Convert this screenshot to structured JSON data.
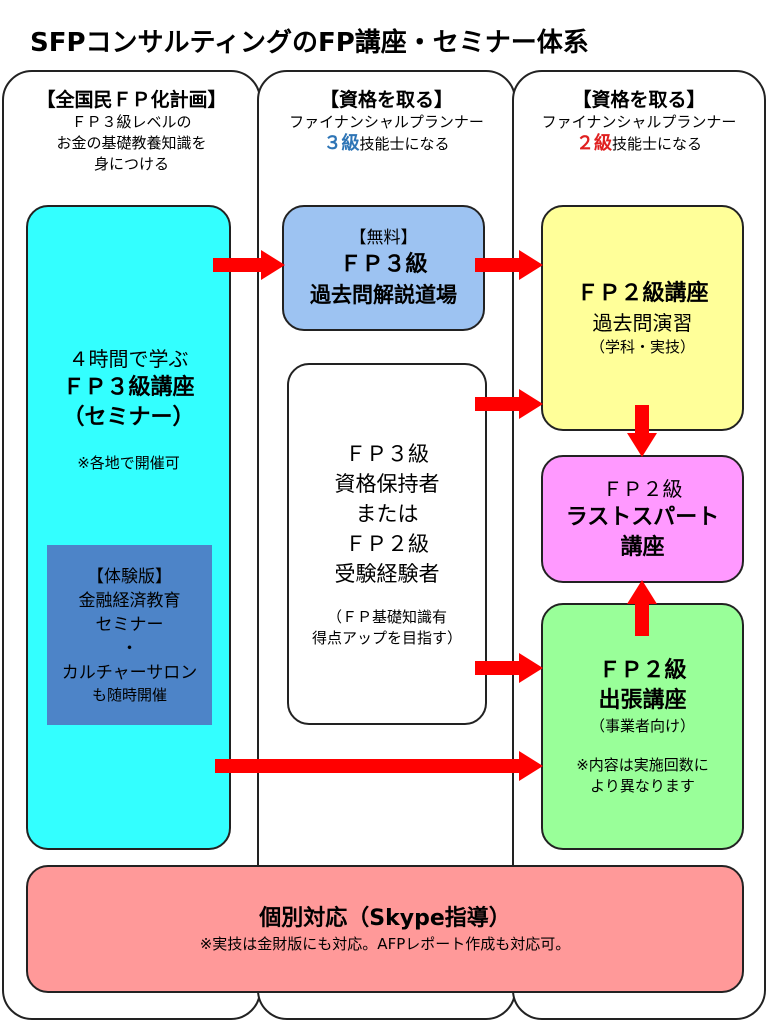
{
  "title": "SFPコンサルティングのFP講座・セミナー体系",
  "columns": [
    {
      "header": "【全国民ＦＰ化計画】",
      "desc_lines": [
        "ＦＰ３級レベルの",
        "お金の基礎教養知識を",
        "身につける"
      ]
    },
    {
      "header": "【資格を取る】",
      "desc": "ファイナンシャルプランナー",
      "level": "３級",
      "level_suffix": "技能士になる"
    },
    {
      "header": "【資格を取る】",
      "desc": "ファイナンシャルプランナー",
      "level": "２級",
      "level_suffix": "技能士になる"
    }
  ],
  "seminar_box": {
    "line1": "４時間で学ぶ",
    "line2": "ＦＰ３級講座",
    "line3": "（セミナー）",
    "note": "※各地で開催可"
  },
  "trial_box": {
    "line1": "【体験版】",
    "line2": "金融経済教育",
    "line3": "セミナー",
    "line4": "・",
    "line5": "カルチャーサロン",
    "line6": "も随時開催"
  },
  "free_box": {
    "line1": "【無料】",
    "line2": "ＦＰ３級",
    "line3": "過去問解説道場"
  },
  "holder_box": {
    "line1": "ＦＰ３級",
    "line2": "資格保持者",
    "line3": "または",
    "line4": "ＦＰ２級",
    "line5": "受験経験者",
    "note1": "（ＦＰ基礎知識有",
    "note2": "得点アップを目指す）"
  },
  "fp2_course_box": {
    "line1": "ＦＰ２級講座",
    "line2": "過去問演習",
    "line3": "（学科・実技）"
  },
  "last_spurt_box": {
    "line1": "ＦＰ２級",
    "line2": "ラストスパート",
    "line3": "講座"
  },
  "onsite_box": {
    "line1": "ＦＰ２級",
    "line2": "出張講座",
    "line3": "（事業者向け）",
    "note1": "※内容は実施回数に",
    "note2": "より異なります"
  },
  "individual_box": {
    "line1": "個別対応（Skype指導）",
    "line2": "※実技は金財版にも対応。AFPレポート作成も対応可。"
  },
  "colors": {
    "arrow": "#ff0000",
    "seminar": "#33ffff",
    "trial": "#4d84c8",
    "free": "#9dc3f2",
    "fp2_course": "#ffff99",
    "last_spurt": "#ff99ff",
    "onsite": "#99ff99",
    "individual": "#ff9999",
    "level3": "#2e75b6",
    "level2": "#e02020"
  }
}
